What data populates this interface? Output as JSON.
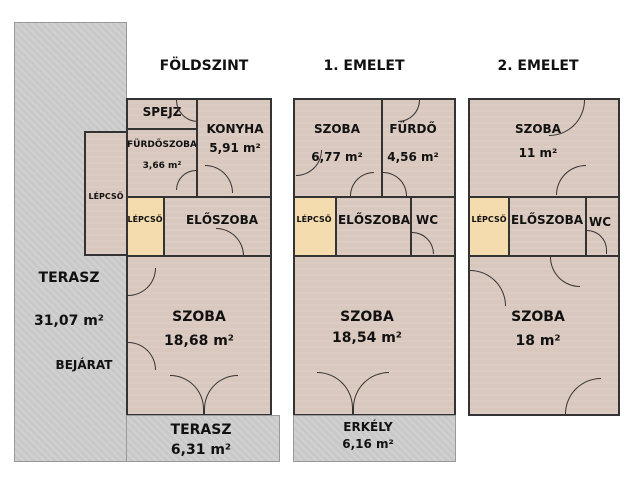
{
  "titles": {
    "ground": "FÖLDSZINT",
    "first": "1. EMELET",
    "second": "2. EMELET"
  },
  "ground": {
    "spejz": "SPEJZ",
    "furdoszoba": "FÜRDŐSZOBA",
    "furdoszoba_area": "3,66 m²",
    "konyha": "KONYHA",
    "konyha_area": "5,91 m²",
    "lepcso_outer": "LÉPCSŐ",
    "lepcso_inner": "LÉPCSŐ",
    "eloszoba": "ELŐSZOBA",
    "szoba": "SZOBA",
    "szoba_area": "18,68 m²",
    "terasz_side": "TERASZ",
    "terasz_side_area": "31,07 m²",
    "bejarat": "BEJÁRAT",
    "terasz_bottom": "TERASZ",
    "terasz_bottom_area": "6,31 m²"
  },
  "first": {
    "szoba_small": "SZOBA",
    "szoba_small_area": "6,77 m²",
    "furdo": "FÜRDŐ",
    "furdo_area": "4,56 m²",
    "lepcso": "LÉPCSŐ",
    "eloszoba": "ELŐSZOBA",
    "wc": "WC",
    "szoba": "SZOBA",
    "szoba_area": "18,54 m²",
    "erkely": "ERKÉLY",
    "erkely_area": "6,16 m²"
  },
  "second": {
    "szoba_top": "SZOBA",
    "szoba_top_area": "11 m²",
    "lepcso": "LÉPCSŐ",
    "eloszoba": "ELŐSZOBA",
    "wc": "WC",
    "szoba": "SZOBA",
    "szoba_area": "18 m²"
  }
}
